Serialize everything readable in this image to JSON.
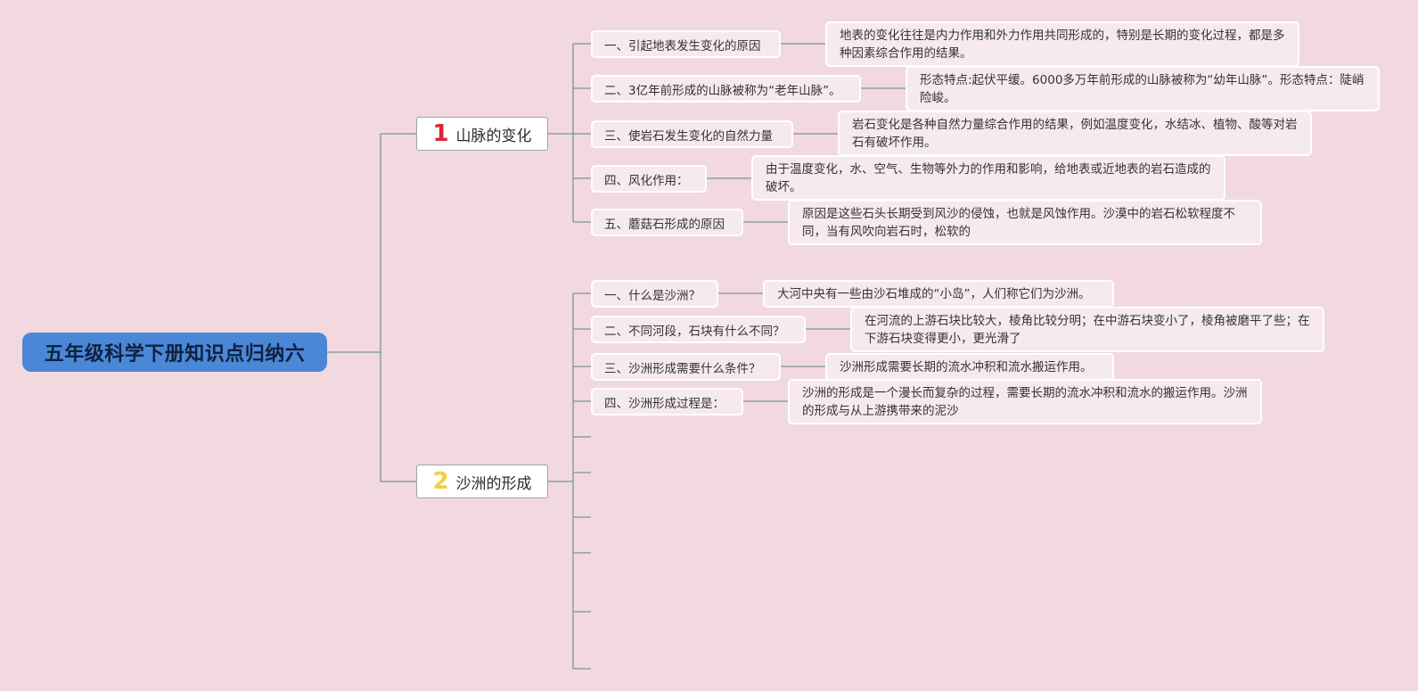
{
  "title": "五年级科学下册知识点归纳六",
  "colors": {
    "background": "#f2d9df",
    "root": "#4a87d6",
    "branch1_number": "#d9263a",
    "branch2_number": "#f0d040",
    "line": "#6f9a8c"
  },
  "branches": [
    {
      "number": "1",
      "label": "山脉的变化",
      "topics": [
        {
          "label": "一、引起地表发生变化的原因",
          "detail": "地表的变化往往是内力作用和外力作用共同形成的，特别是长期的变化过程，都是多种因素综合作用的结果。"
        },
        {
          "label": "二、3亿年前形成的山脉被称为“老年山脉”。",
          "detail": "形态特点:起伏平缓。6000多万年前形成的山脉被称为“幼年山脉”。形态特点：陡峭险峻。"
        },
        {
          "label": "三、使岩石发生变化的自然力量",
          "detail": "岩石变化是各种自然力量综合作用的结果，例如温度变化，水结冰、植物、酸等对岩石有破坏作用。"
        },
        {
          "label": "四、风化作用：",
          "detail": "由于温度变化，水、空气、生物等外力的作用和影响，给地表或近地表的岩石造成的破坏。"
        },
        {
          "label": "五、蘑菇石形成的原因",
          "detail": "原因是这些石头长期受到风沙的侵蚀，也就是风蚀作用。沙漠中的岩石松软程度不同，当有风吹向岩石时，松软的"
        }
      ]
    },
    {
      "number": "2",
      "label": "沙洲的形成",
      "topics": [
        {
          "label": "一、什么是沙洲？",
          "detail": "大河中央有一些由沙石堆成的“小岛”，人们称它们为沙洲。"
        },
        {
          "label": "二、不同河段，石块有什么不同？",
          "detail": "在河流的上游石块比较大，棱角比较分明；在中游石块变小了，棱角被磨平了些；在下游石块变得更小，更光滑了"
        },
        {
          "label": "三、沙洲形成需要什么条件？",
          "detail": "沙洲形成需要长期的流水冲积和流水搬运作用。"
        },
        {
          "label": "四、沙洲形成过程是：",
          "detail": "沙洲的形成是一个漫长而复杂的过程，需要长期的流水冲积和流水的搬运作用。沙洲的形成与从上游携带来的泥沙"
        }
      ]
    }
  ]
}
